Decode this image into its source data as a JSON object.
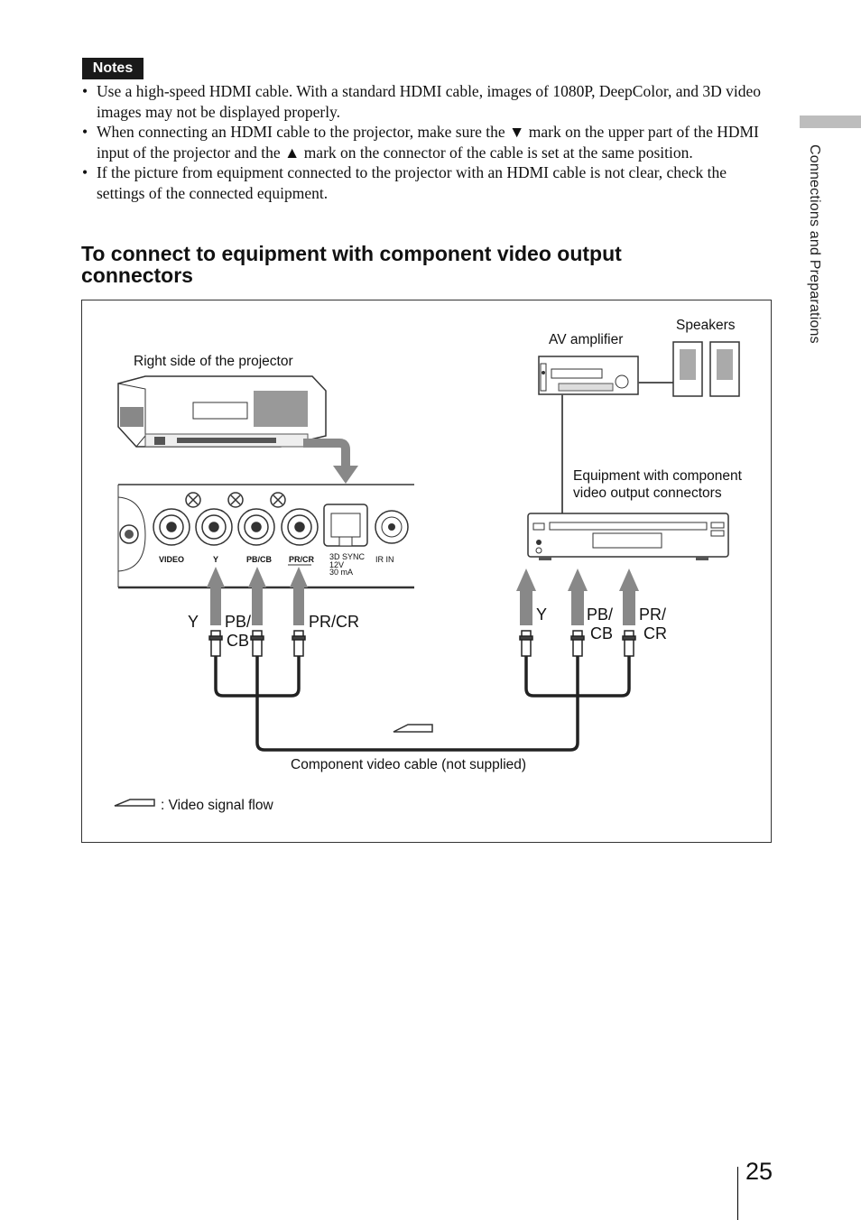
{
  "notes": {
    "title": "Notes",
    "items": [
      "Use a high-speed HDMI cable. With a standard HDMI cable, images of 1080P,  DeepColor, and 3D video images may not be displayed properly.",
      "When connecting an HDMI cable to the projector, make sure the ▼ mark on the upper part of the HDMI input of the projector and the ▲ mark on the connector of the cable is set at the same position.",
      "If the picture from equipment connected to the projector with an HDMI cable is not clear, check the settings of the connected equipment."
    ]
  },
  "section_heading": "To connect to equipment with component video output connectors",
  "sidebar_label": "Connections and Preparations",
  "page_number": "25",
  "figure": {
    "projector_label": "Right side of the projector",
    "av_amplifier_label": "AV amplifier",
    "speakers_label": "Speakers",
    "equipment_label_line1": "Equipment with component",
    "equipment_label_line2": "video output connectors",
    "cable_label": "Component video cable (not supplied)",
    "legend_label": ": Video signal flow",
    "panel_labels": {
      "video": "VIDEO",
      "y": "Y",
      "pb_cb": "PB/CB",
      "pr_cr": "PR/CR",
      "sync_line1": "3D  SYNC",
      "sync_line2": "12V",
      "sync_line3": "30  mA",
      "ir_in": "IR  IN"
    },
    "left_plugs": {
      "y": "Y",
      "pb": "PB/",
      "cb": "CB",
      "pr_cr": "PR/CR"
    },
    "right_plugs": {
      "y": "Y",
      "pb": "PB/",
      "cb": "CB",
      "pr": "PR/",
      "cr": "CR"
    }
  }
}
